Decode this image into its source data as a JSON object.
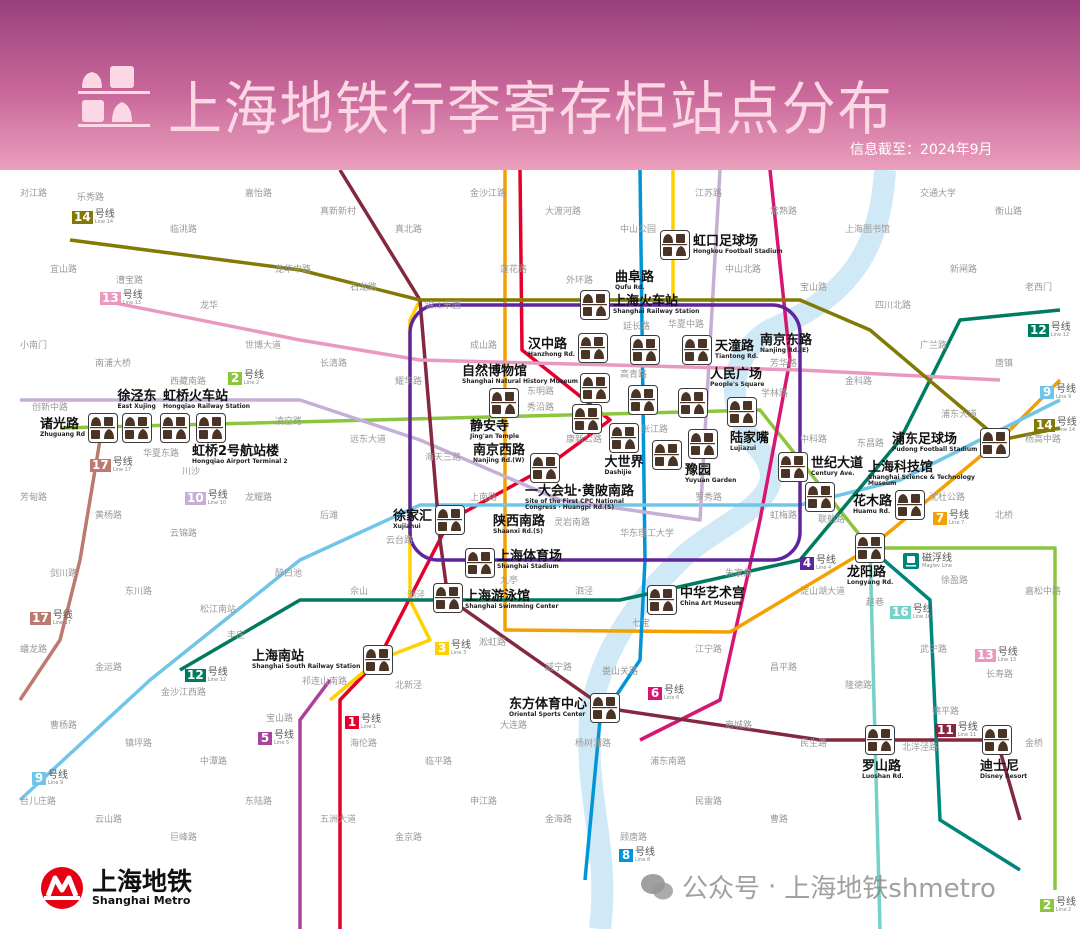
{
  "header": {
    "title": "上海地铁行李寄存柜站点分布",
    "date": "信息截至：2024年9月",
    "icon": "luggage-locker-icon"
  },
  "colors": {
    "header_top": "#98407c",
    "header_bottom": "#eba0bd",
    "title": "#fbd8e4",
    "river": "#cfe9f7",
    "locker_bag": "#4a3426"
  },
  "lines": [
    {
      "id": "1",
      "label": "号线",
      "en": "Line 1",
      "color": "#e4002b"
    },
    {
      "id": "2",
      "label": "号线",
      "en": "Line 2",
      "color": "#8cc63f"
    },
    {
      "id": "3",
      "label": "号线",
      "en": "Line 3",
      "color": "#ffd100"
    },
    {
      "id": "4",
      "label": "号线",
      "en": "Line 4",
      "color": "#5f259f"
    },
    {
      "id": "5",
      "label": "号线",
      "en": "Line 5",
      "color": "#a9429a"
    },
    {
      "id": "6",
      "label": "号线",
      "en": "Line 6",
      "color": "#d71671"
    },
    {
      "id": "7",
      "label": "号线",
      "en": "Line 7",
      "color": "#f3a000"
    },
    {
      "id": "8",
      "label": "号线",
      "en": "Line 8",
      "color": "#0094d8"
    },
    {
      "id": "9",
      "label": "号线",
      "en": "Line 9",
      "color": "#71c5e8"
    },
    {
      "id": "10",
      "label": "号线",
      "en": "Line 10",
      "color": "#c6afd4"
    },
    {
      "id": "11",
      "label": "号线",
      "en": "Line 11",
      "color": "#85283f"
    },
    {
      "id": "12",
      "label": "号线",
      "en": "Line 12",
      "color": "#007b5f"
    },
    {
      "id": "13",
      "label": "号线",
      "en": "Line 13",
      "color": "#e999c0"
    },
    {
      "id": "14",
      "label": "号线",
      "en": "Line 14",
      "color": "#827a04"
    },
    {
      "id": "16",
      "label": "号线",
      "en": "Line 16",
      "color": "#76d1c7"
    },
    {
      "id": "17",
      "label": "号线",
      "en": "Line 17",
      "color": "#bc796f"
    },
    {
      "id": "maglev",
      "label": "磁浮线",
      "en": "Maglev Line",
      "color": "#00857c"
    }
  ],
  "locker_stations": [
    {
      "zh": "虹口足球场",
      "en": "Hongkou Football Stadium"
    },
    {
      "zh": "上海火车站",
      "en": "Shanghai Railway Station"
    },
    {
      "zh": "曲阜路",
      "en": "Qufu Rd."
    },
    {
      "zh": "汉中路",
      "en": "Hanzhong Rd."
    },
    {
      "zh": "天潼路",
      "en": "Tiantong Rd."
    },
    {
      "zh": "自然博物馆",
      "en": "Shanghai Natural History Museum"
    },
    {
      "zh": "人民广场",
      "en": "People's Square"
    },
    {
      "zh": "南京东路",
      "en": "Nanjing Rd.(E)"
    },
    {
      "zh": "静安寺",
      "en": "Jing'an Temple"
    },
    {
      "zh": "南京西路",
      "en": "Nanjing Rd.(W)"
    },
    {
      "zh": "陆家嘴",
      "en": "Lujiazui"
    },
    {
      "zh": "大世界",
      "en": "Dashijie"
    },
    {
      "zh": "豫园",
      "en": "Yuyuan Garden"
    },
    {
      "zh": "一大会址·黄陂南路",
      "en": "Site of the First CPC National Congress · Huangpi Rd.(S)"
    },
    {
      "zh": "陕西南路",
      "en": "Shaanxi Rd.(S)"
    },
    {
      "zh": "世纪大道",
      "en": "Century Ave."
    },
    {
      "zh": "上海科技馆",
      "en": "Shanghai Science & Technology Museum"
    },
    {
      "zh": "花木路",
      "en": "Huamu Rd."
    },
    {
      "zh": "浦东足球场",
      "en": "Pudong Football Stadium"
    },
    {
      "zh": "龙阳路",
      "en": "Longyang Rd."
    },
    {
      "zh": "徐家汇",
      "en": "Xujiahui"
    },
    {
      "zh": "上海体育场",
      "en": "Shanghai Stadium"
    },
    {
      "zh": "上海游泳馆",
      "en": "Shanghai Swimming Center"
    },
    {
      "zh": "上海南站",
      "en": "Shanghai South Railway Station"
    },
    {
      "zh": "中华艺术宫",
      "en": "China Art Museum"
    },
    {
      "zh": "东方体育中心",
      "en": "Oriental Sports Center"
    },
    {
      "zh": "罗山路",
      "en": "Luoshan Rd."
    },
    {
      "zh": "迪士尼",
      "en": "Disney Resort"
    },
    {
      "zh": "诸光路",
      "en": "Zhuguang Rd"
    },
    {
      "zh": "徐泾东",
      "en": "East Xujing"
    },
    {
      "zh": "虹桥火车站",
      "en": "Hongqiao Railway Station"
    },
    {
      "zh": "虹桥2号航站楼",
      "en": "Hongqiao Airport Terminal 2"
    }
  ],
  "minor_stations": [
    "对江路",
    "乐秀路",
    "临洮路",
    "嘉怡路",
    "真新新村",
    "真北路",
    "金沙江路",
    "大渡河路",
    "中山公园",
    "江苏路",
    "常熟路",
    "上海图书馆",
    "交通大学",
    "衡山路",
    "宜山路",
    "漕宝路",
    "龙华",
    "龙华中路",
    "石龙路",
    "锦江乐园",
    "莲花路",
    "外环路",
    "延长路",
    "中山北路",
    "宝山路",
    "四川北路",
    "新闸路",
    "老西门",
    "小南门",
    "南浦大桥",
    "西藏南路",
    "世博大道",
    "长清路",
    "耀华路",
    "成山路",
    "东明路",
    "高青路",
    "华夏中路",
    "芳华路",
    "金科路",
    "广兰路",
    "唐镇",
    "创新中路",
    "华夏东路",
    "川沙",
    "凌空路",
    "远东大道",
    "海天三路",
    "秀沿路",
    "康新公路",
    "张江路",
    "学林路",
    "中科路",
    "东昌路",
    "浦东大道",
    "杨高中路",
    "芳甸路",
    "黄杨路",
    "云锦路",
    "龙耀路",
    "后滩",
    "云台路",
    "上南路",
    "灵岩南路",
    "华东理工大学",
    "罗秀路",
    "虹梅路",
    "联航路",
    "沈杜公路",
    "北桥",
    "剑川路",
    "东川路",
    "松江南站",
    "醉白池",
    "佘山",
    "洞泾",
    "九亭",
    "泗泾",
    "七宝",
    "朱家角",
    "淀山湖大道",
    "赵巷",
    "徐盈路",
    "嘉松中路",
    "蟠龙路",
    "金运路",
    "金沙江西路",
    "丰庄",
    "祁连山南路",
    "北新泾",
    "淞虹路",
    "威宁路",
    "娄山关路",
    "江宁路",
    "昌平路",
    "隆德路",
    "武宁路",
    "长寿路",
    "曹杨路",
    "镇坪路",
    "中潭路",
    "宝山路",
    "海伦路",
    "临平路",
    "大连路",
    "杨树浦路",
    "浦东南路",
    "商城路",
    "民生路",
    "北洋泾路",
    "德平路",
    "金桥",
    "台儿庄路",
    "云山路",
    "巨峰路",
    "东陆路",
    "五洲大道",
    "金京路",
    "申江路",
    "金海路",
    "顾唐路",
    "民雷路",
    "曹路"
  ],
  "badges": [
    "14",
    "13",
    "2",
    "17",
    "10",
    "17",
    "12",
    "3",
    "5",
    "1",
    "9",
    "6",
    "8",
    "4",
    "7",
    "16",
    "13",
    "11",
    "12",
    "9",
    "14",
    "2"
  ],
  "logo": {
    "zh": "上海地铁",
    "en": "Shanghai Metro"
  },
  "watermark": {
    "prefix": "公众号",
    "sep": "·",
    "name": "上海地铁shmetro",
    "icon": "wechat-icon"
  }
}
